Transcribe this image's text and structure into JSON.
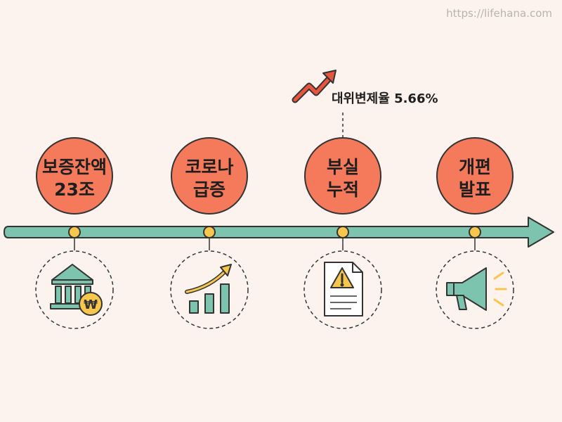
{
  "watermark": "https://lifehana.com",
  "annotation": {
    "text": "대위변제율 5.66%"
  },
  "colors": {
    "timeline": "#7cc4ad",
    "node": "#f57a5b",
    "dot": "#f6c64d",
    "outline": "#333333",
    "trend": "#e8553d"
  },
  "steps": [
    {
      "line1": "보증잔액",
      "line2": "23조",
      "icon": "bank-won-icon"
    },
    {
      "line1": "코로나",
      "line2": "급증",
      "icon": "growth-chart-icon"
    },
    {
      "line1": "부실",
      "line2": "누적",
      "icon": "warning-document-icon"
    },
    {
      "line1": "개편",
      "line2": "발표",
      "icon": "megaphone-icon"
    }
  ]
}
